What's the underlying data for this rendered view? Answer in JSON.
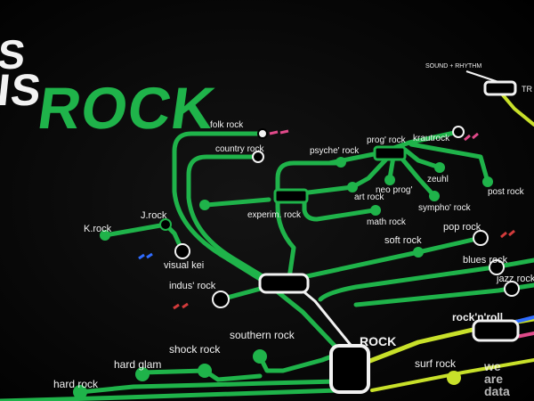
{
  "headline": {
    "line1": "S",
    "line2": "IS",
    "line3": "ROCK"
  },
  "watermark": [
    "we",
    "are",
    "data"
  ],
  "colors": {
    "line": "#1fb34a",
    "white": "#f2f2f2",
    "background": "#060606",
    "yellow": "#c8e02a",
    "blue": "#2f6cff",
    "pink": "#e04a8a",
    "red": "#d23b3b"
  },
  "labels": {
    "folk": "folk rock",
    "country": "country rock",
    "psyche": "psyche' rock",
    "prog": "prog' rock",
    "kraut": "krautrock",
    "zeuhl": "zeuhl",
    "artrock": "art rock",
    "neoprog": "neo prog'",
    "postrock": "post rock",
    "sympho": "sympho' rock",
    "math": "math rock",
    "experim": "experim. rock",
    "krock": "K.rock",
    "jrock": "J.rock",
    "visualkei": "visual kei",
    "soft": "soft rock",
    "pop": "pop rock",
    "blues": "blues rock",
    "indus": "indus' rock",
    "jazz": "jazz rock",
    "rock": "ROCK",
    "rocknroll": "rock'n'roll",
    "southern": "southern rock",
    "shock": "shock rock",
    "hardglam": "hard glam",
    "hardrock": "hard rock",
    "surf": "surf rock",
    "sound": "SOUND + RHYTHM",
    "tr": "TR"
  }
}
